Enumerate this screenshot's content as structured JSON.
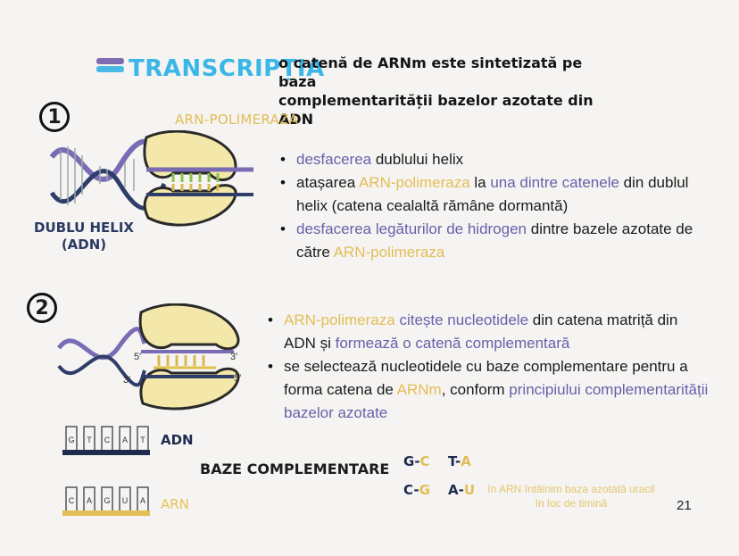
{
  "title": "TRANSCRIPȚIA",
  "subtitle_line1": "o catenă de ARNm este sintetizată pe baza",
  "subtitle_line2": "complementarității bazelor azotate din ADN",
  "step1": {
    "number": "1",
    "enzyme_label": "ARN-POLIMERAZA",
    "helix_label_line1": "DUBLU HELIX",
    "helix_label_line2": "(ADN)",
    "bullets": [
      {
        "a": "desfacerea",
        "b": " dublului helix"
      },
      {
        "a": "atașarea ",
        "b": "ARN-polimeraza",
        "c": " la ",
        "d": "una dintre catenele",
        "e": " din dublul helix (catena cealaltă rămâne dormantă)"
      },
      {
        "a": "desfacerea legăturilor de hidrogen",
        "b": " dintre bazele azotate de către ",
        "c": "ARN-polimeraza"
      }
    ]
  },
  "step2": {
    "number": "2",
    "prime5_top": "5'",
    "prime3_top": "3'",
    "prime3_bottom": "3'",
    "prime5_bottom": "5'",
    "bullets": [
      {
        "a": "ARN-polimeraza",
        "b": " ",
        "c": "citește nucleotidele",
        "d": " din catena matriță din ADN și ",
        "e": "formează o catenă complementară"
      },
      {
        "a": "se selectează nucleotidele cu baze complementare pentru a forma catena de ",
        "b": "ARNm",
        "c": ", conform ",
        "d": "principiului complementarității bazelor azotate"
      }
    ]
  },
  "dna_bases": [
    "G",
    "T",
    "C",
    "A",
    "T"
  ],
  "rna_bases": [
    "C",
    "A",
    "G",
    "U",
    "A"
  ],
  "label_adn": "ADN",
  "label_arn": "ARN",
  "baze_title": "BAZE COMPLEMENTARE",
  "pairs": [
    {
      "left": "G",
      "right": "C"
    },
    {
      "left": "T",
      "right": "A"
    },
    {
      "left": "C",
      "right": "G"
    },
    {
      "left": "A",
      "right": "U"
    }
  ],
  "note": "în ARN întâlnim baza azotată uracil în loc de timină",
  "page_number": "21",
  "colors": {
    "title": "#3ab7e6",
    "yellow": "#e3bd55",
    "purple": "#6b5ea9",
    "navy": "#1e2b4e",
    "enzyme_fill": "#f3e8a9"
  }
}
